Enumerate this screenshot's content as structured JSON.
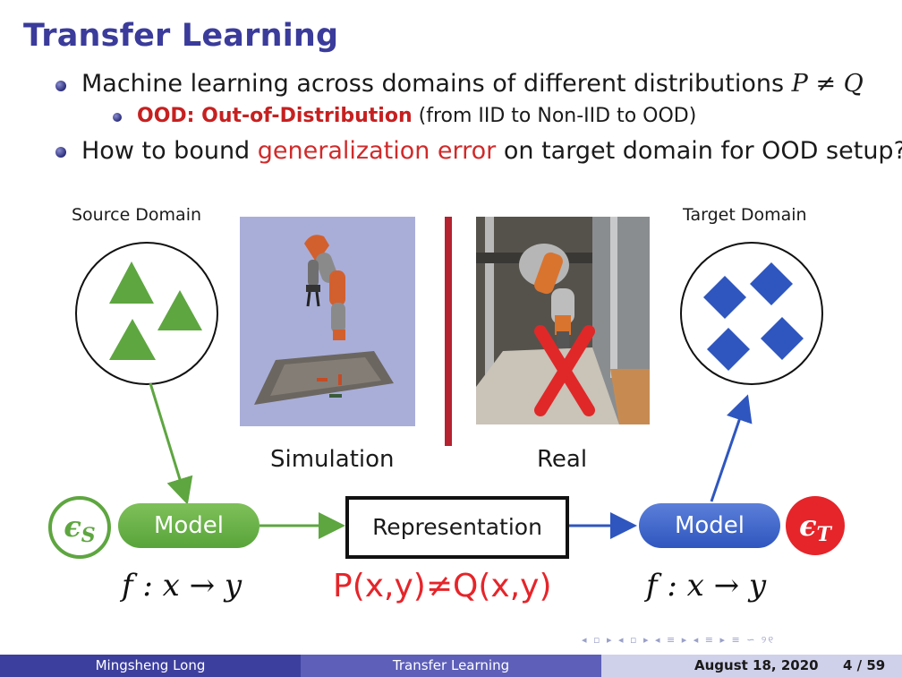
{
  "slide": {
    "title": "Transfer Learning",
    "bullet1": "Machine learning across domains of different distributions ",
    "bullet1_math": "P ≠ Q",
    "sub_bullet_bold": "OOD: Out-of-Distribution",
    "sub_bullet_rest": " (from IID to Non-IID to OOD)",
    "bullet2_pre": "How to bound ",
    "bullet2_red": "generalization error",
    "bullet2_post": " on target domain for OOD setup?"
  },
  "diagram": {
    "source_label": "Source Domain",
    "target_label": "Target Domain",
    "simulation_label": "Simulation",
    "real_label": "Real",
    "model_left": "Model",
    "model_right": "Model",
    "representation": "Representation",
    "eps_s": "ϵ",
    "eps_s_sub": "S",
    "eps_t": "ϵ",
    "eps_t_sub": "T",
    "formula_left": "f : x → y",
    "formula_right": "f : x → y",
    "pq": "P(x,y)≠Q(x,y)",
    "colors": {
      "green": "#5ea640",
      "blue": "#2f56bf",
      "red": "#e5252a",
      "title": "#3a3b9a"
    }
  },
  "footer": {
    "author": "Mingsheng Long",
    "short_title": "Transfer Learning",
    "date": "August 18, 2020",
    "page": "4 / 59",
    "nav_symbols": "◂ ▫ ▸ ◂ ▫ ▸ ◂ ≡ ▸ ◂ ≡ ▸ ≡ ∽ ୨୧"
  }
}
